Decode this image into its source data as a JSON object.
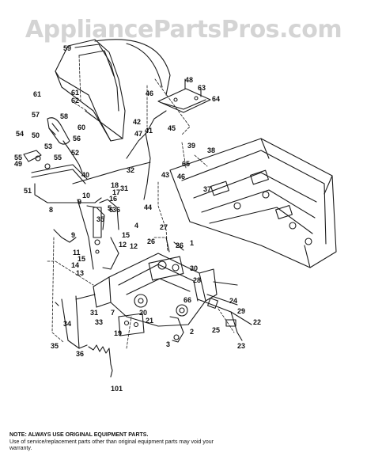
{
  "watermark": "AppliancePartsPros.com",
  "note": {
    "title": "NOTE: ALWAYS USE ORIGINAL EQUIPMENT PARTS.",
    "body": "Use of service/replacement parts other than original equipment parts may void your warranty."
  },
  "callouts": [
    "59",
    "61",
    "61",
    "62",
    "58",
    "60",
    "57",
    "56",
    "54",
    "50",
    "53",
    "55",
    "55",
    "52",
    "49",
    "51",
    "40",
    "48",
    "63",
    "64",
    "46",
    "42",
    "47",
    "41",
    "45",
    "39",
    "38",
    "65",
    "37",
    "32",
    "43",
    "46",
    "31",
    "36",
    "44",
    "18",
    "17",
    "16",
    "10",
    "9",
    "8",
    "6",
    "5",
    "35",
    "4",
    "15",
    "9",
    "12",
    "11",
    "15",
    "14",
    "13",
    "12",
    "1",
    "26",
    "27",
    "26",
    "30",
    "28",
    "24",
    "66",
    "29",
    "22",
    "25",
    "23",
    "2",
    "3",
    "7",
    "20",
    "21",
    "19",
    "31",
    "33",
    "34",
    "35",
    "36",
    "101"
  ]
}
